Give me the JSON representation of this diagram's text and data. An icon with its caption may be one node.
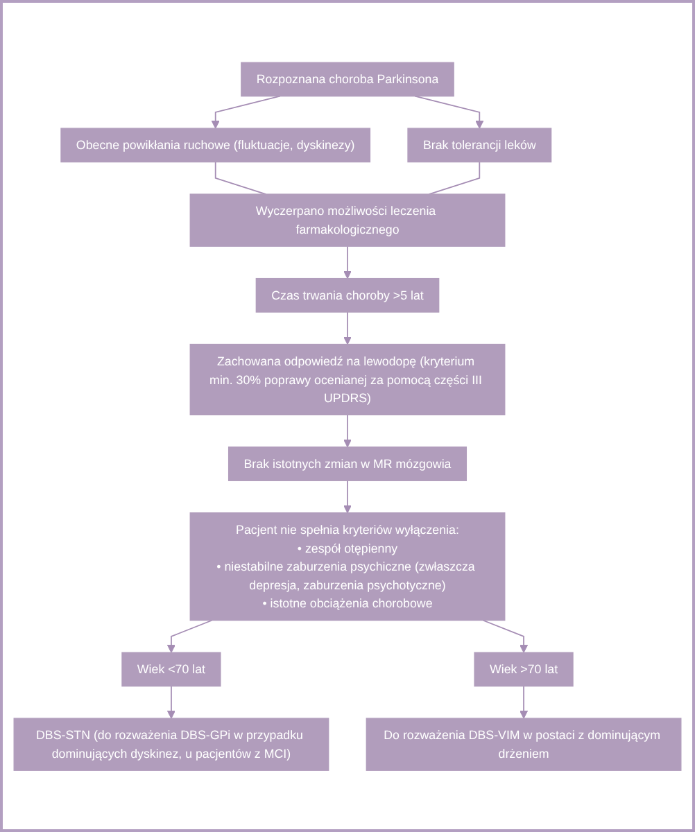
{
  "diagram": {
    "nodes": [
      {
        "text": [
          "Rozpoznana choroba Parkinsona"
        ]
      },
      {
        "text": [
          "Obecne powikłania ruchowe (fluktuacje, dyskinezy)"
        ]
      },
      {
        "text": [
          "Brak tolerancji leków"
        ]
      },
      {
        "text": [
          "Wyczerpano możliwości leczenia farmakologicznego"
        ]
      },
      {
        "text": [
          "Czas trwania choroby >5 lat"
        ]
      },
      {
        "text": [
          "Zachowana odpowiedź na lewodopę (kryterium min. 30% poprawy ocenianej za pomocą części III UPDRS)"
        ]
      },
      {
        "text": [
          "Brak istotnych zmian w MR mózgowia"
        ]
      },
      {
        "text": [
          "Pacjent nie spełnia kryteriów wyłączenia:",
          "• zespół otępienny",
          "• niestabilne zaburzenia psychiczne (zwłaszcza depresja, zaburzenia psychotyczne)",
          "• istotne obciążenia chorobowe"
        ]
      },
      {
        "text": [
          "Wiek <70 lat"
        ]
      },
      {
        "text": [
          "Wiek >70 lat"
        ]
      },
      {
        "text": [
          "DBS-STN (do rozważenia DBS-GPi w przypadku dominujących dyskinez, u pacjentów z MCI)"
        ]
      },
      {
        "text": [
          "Do rozważenia DBS-VIM w postaci z dominującym drżeniem"
        ]
      }
    ],
    "edges": [
      {
        "from": 0,
        "to": 1,
        "arrow": "to"
      },
      {
        "from": 0,
        "to": 2,
        "arrow": "to"
      },
      {
        "from": 1,
        "to": 3,
        "arrow": "none"
      },
      {
        "from": 2,
        "to": 3,
        "arrow": "none"
      },
      {
        "from": 3,
        "to": 4,
        "arrow": "to"
      },
      {
        "from": 4,
        "to": 5,
        "arrow": "to"
      },
      {
        "from": 5,
        "to": 6,
        "arrow": "to"
      },
      {
        "from": 6,
        "to": 7,
        "arrow": "to"
      },
      {
        "from": 7,
        "to": 8,
        "arrow": "to"
      },
      {
        "from": 7,
        "to": 9,
        "arrow": "to"
      },
      {
        "from": 8,
        "to": 10,
        "arrow": "to"
      },
      {
        "from": 9,
        "to": 11,
        "arrow": "to"
      }
    ]
  }
}
